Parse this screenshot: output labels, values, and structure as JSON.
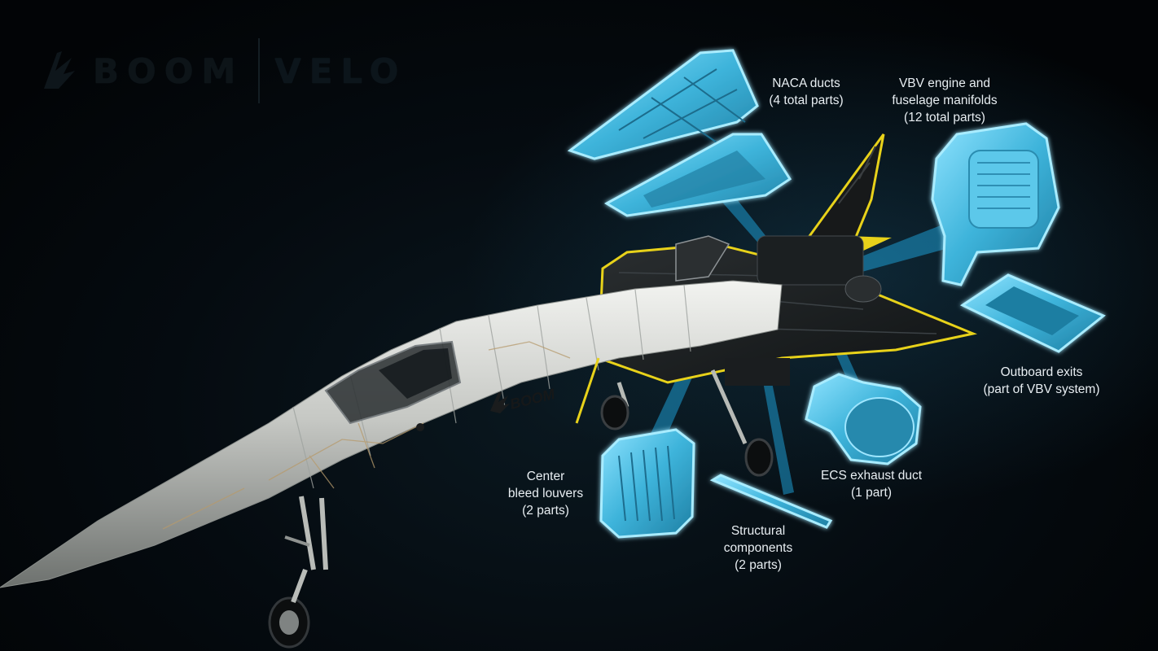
{
  "logo": {
    "brand": "BOOM",
    "product": "VELO"
  },
  "fuselage_text": "BOOM",
  "callouts": [
    {
      "id": "naca",
      "lines": [
        "NACA ducts",
        "(4 total parts)"
      ]
    },
    {
      "id": "vbv",
      "lines": [
        "VBV engine and",
        "fuselage manifolds",
        "(12 total parts)"
      ]
    },
    {
      "id": "outboard",
      "lines": [
        "Outboard exits",
        "(part of VBV system)"
      ]
    },
    {
      "id": "ecs",
      "lines": [
        "ECS exhaust duct",
        "(1 part)"
      ]
    },
    {
      "id": "center",
      "lines": [
        "Center",
        "bleed louvers",
        "(2 parts)"
      ]
    },
    {
      "id": "structural",
      "lines": [
        "Structural",
        "components",
        "(2 parts)"
      ]
    }
  ],
  "colors": {
    "part_fill": "#3fb6dc",
    "part_glow": "#6fd8ff",
    "accent_yellow": "#e8d21a",
    "fuselage": "#c9ccc8"
  }
}
